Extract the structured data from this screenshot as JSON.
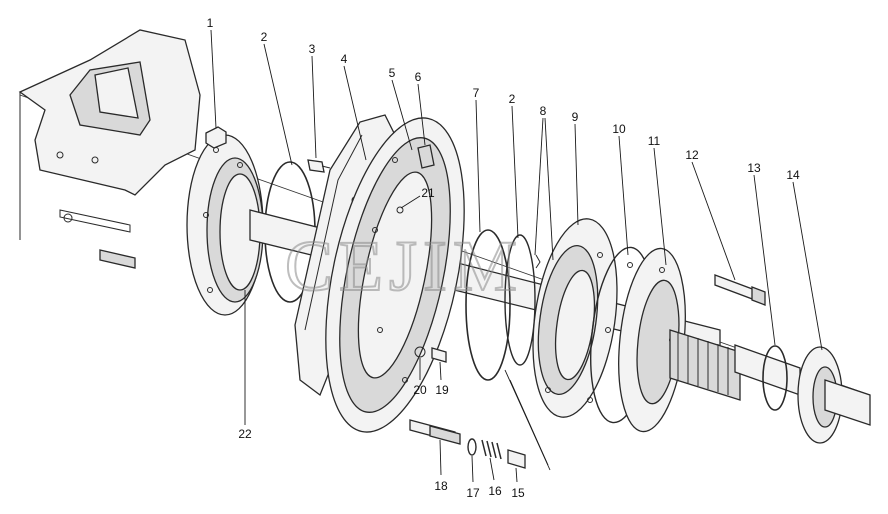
{
  "watermark": "CEJIM",
  "callouts": [
    "1",
    "2",
    "3",
    "4",
    "5",
    "6",
    "7",
    "2",
    "8",
    "9",
    "10",
    "11",
    "12",
    "13",
    "14",
    "15",
    "16",
    "17",
    "18",
    "19",
    "20",
    "21",
    "22"
  ]
}
